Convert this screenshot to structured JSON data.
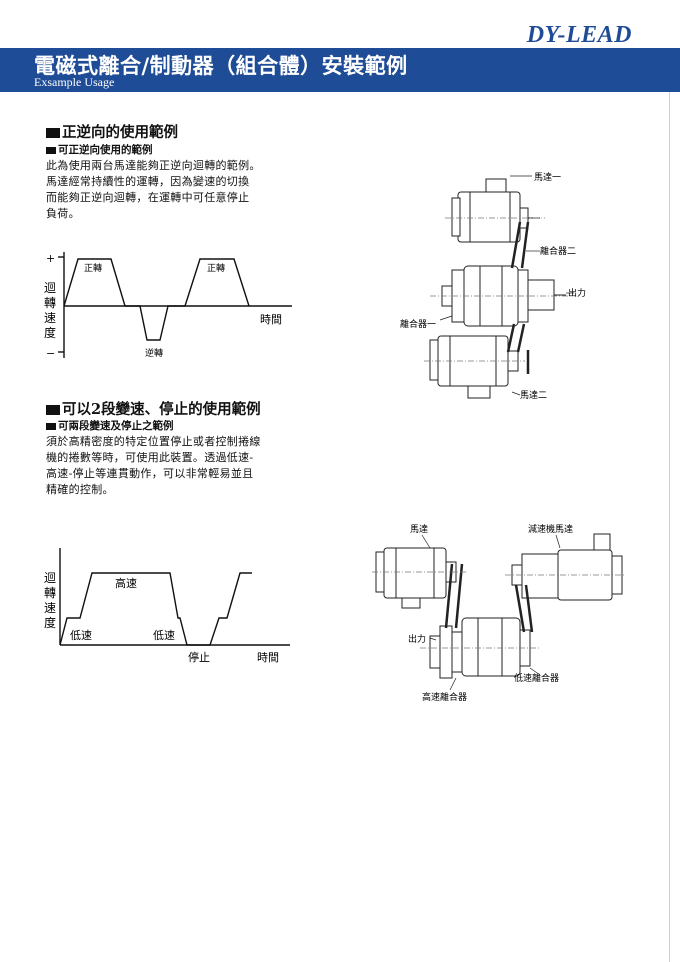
{
  "brand": "DY-LEAD",
  "header": {
    "title": "電磁式離合/制動器（組合體）安裝範例",
    "subtitle": "Exsample Usage"
  },
  "section1": {
    "heading": "正逆向的使用範例",
    "subheading": "可正逆向使用的範例",
    "paragraph": [
      "此為使用兩台馬達能夠正逆向迴轉的範例。",
      "馬達經常持續性的運轉，因為變速的切換",
      "而能夠正逆向迴轉，在運轉中可任意停止",
      "負荷。"
    ],
    "graph": {
      "ylabel": [
        "迴",
        "轉",
        "速",
        "度"
      ],
      "plus": "+",
      "minus": "−",
      "forward": "正轉",
      "reverse": "逆轉",
      "time": "時間"
    },
    "diagram": {
      "motor1": "馬達一",
      "clutch2": "離合器二",
      "output": "出力",
      "clutch1": "離合器一",
      "motor2": "馬達二"
    }
  },
  "section2": {
    "heading": "可以2段變速、停止的使用範例",
    "subheading": "可兩段變速及停止之範例",
    "paragraph": [
      "須於高精密度的特定位置停止或者控制捲線",
      "機的捲數等時，可使用此裝置。透過低速-",
      "高速-停止等連貫動作，可以非常輕易並且",
      "精確的控制。"
    ],
    "graph": {
      "ylabel": [
        "迴",
        "轉",
        "速",
        "度"
      ],
      "high": "高速",
      "low1": "低速",
      "low2": "低速",
      "stop": "停止",
      "time": "時間"
    },
    "diagram": {
      "motor": "馬達",
      "gearmotor": "減速機馬達",
      "output": "出力",
      "lowclutch": "低速離合器",
      "highclutch": "高速離合器"
    }
  }
}
